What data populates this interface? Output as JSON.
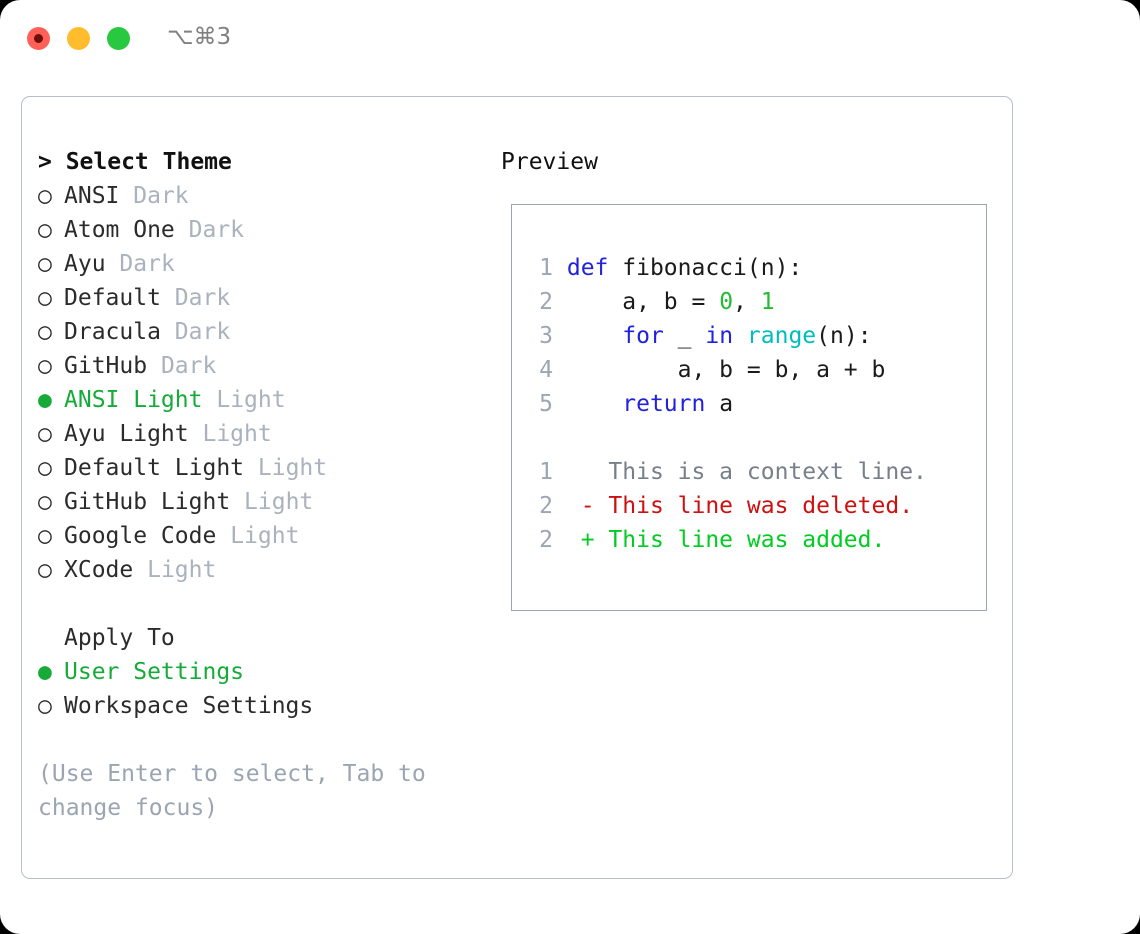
{
  "titlebar": {
    "shortcut": "⌥⌘3",
    "traffic_lights": [
      "close-red",
      "minimize-amber",
      "maximize-green"
    ],
    "colors": {
      "red": "#ff6159",
      "amber": "#ffbd2e",
      "green": "#28c840",
      "shortcut_text": "#808080"
    }
  },
  "theme_selector": {
    "heading": "> Select Theme",
    "marker_selected": "●",
    "marker_unselected": "○",
    "accent_color": "#16ab39",
    "suffix_color": "#a9b2bd",
    "items": [
      {
        "marker": "○",
        "name": "ANSI",
        "suffix": "Dark",
        "selected": false
      },
      {
        "marker": "○",
        "name": "Atom One",
        "suffix": "Dark",
        "selected": false
      },
      {
        "marker": "○",
        "name": "Ayu",
        "suffix": "Dark",
        "selected": false
      },
      {
        "marker": "○",
        "name": "Default",
        "suffix": "Dark",
        "selected": false
      },
      {
        "marker": "○",
        "name": "Dracula",
        "suffix": "Dark",
        "selected": false
      },
      {
        "marker": "○",
        "name": "GitHub",
        "suffix": "Dark",
        "selected": false
      },
      {
        "marker": "●",
        "name": "ANSI Light",
        "suffix": "Light",
        "selected": true
      },
      {
        "marker": "○",
        "name": "Ayu Light",
        "suffix": "Light",
        "selected": false
      },
      {
        "marker": "○",
        "name": "Default Light",
        "suffix": "Light",
        "selected": false
      },
      {
        "marker": "○",
        "name": "GitHub Light",
        "suffix": "Light",
        "selected": false
      },
      {
        "marker": "○",
        "name": "Google Code",
        "suffix": "Light",
        "selected": false
      },
      {
        "marker": "○",
        "name": "XCode",
        "suffix": "Light",
        "selected": false
      }
    ]
  },
  "apply_to": {
    "heading": "Apply To",
    "items": [
      {
        "marker": "●",
        "name": "User Settings",
        "selected": true
      },
      {
        "marker": "○",
        "name": "Workspace Settings",
        "selected": false
      }
    ]
  },
  "help": {
    "text": "(Use Enter to select, Tab to change focus)"
  },
  "preview": {
    "heading": "Preview",
    "code_lines": [
      {
        "no": "1",
        "tokens": [
          {
            "t": "def ",
            "c": "kw"
          },
          {
            "t": "fibonacci(n):",
            "c": ""
          }
        ]
      },
      {
        "no": "2",
        "tokens": [
          {
            "t": "    a, b = ",
            "c": ""
          },
          {
            "t": "0",
            "c": "num"
          },
          {
            "t": ", ",
            "c": ""
          },
          {
            "t": "1",
            "c": "num"
          }
        ]
      },
      {
        "no": "3",
        "tokens": [
          {
            "t": "    ",
            "c": ""
          },
          {
            "t": "for",
            "c": "kw"
          },
          {
            "t": " _ ",
            "c": ""
          },
          {
            "t": "in",
            "c": "kw"
          },
          {
            "t": " ",
            "c": ""
          },
          {
            "t": "range",
            "c": "fn"
          },
          {
            "t": "(n):",
            "c": ""
          }
        ]
      },
      {
        "no": "4",
        "tokens": [
          {
            "t": "        a, b = b, a + b",
            "c": ""
          }
        ]
      },
      {
        "no": "5",
        "tokens": [
          {
            "t": "    ",
            "c": ""
          },
          {
            "t": "return",
            "c": "kw"
          },
          {
            "t": " a",
            "c": ""
          }
        ]
      }
    ],
    "diff_lines": [
      {
        "no": "1",
        "sign": "  ",
        "text": "This is a context line.",
        "kind": "ctx"
      },
      {
        "no": "2",
        "sign": "- ",
        "text": "This line was deleted.",
        "kind": "del"
      },
      {
        "no": "2",
        "sign": "+ ",
        "text": "This line was added.",
        "kind": "add"
      }
    ],
    "syntax_colors": {
      "keyword": "#2222dd",
      "function": "#00bdbd",
      "number": "#22bb33",
      "text": "#1a1a1a",
      "lineno": "#9ba5b4",
      "context": "#777f88",
      "deleted": "#cc1111",
      "added": "#00cc22"
    }
  }
}
